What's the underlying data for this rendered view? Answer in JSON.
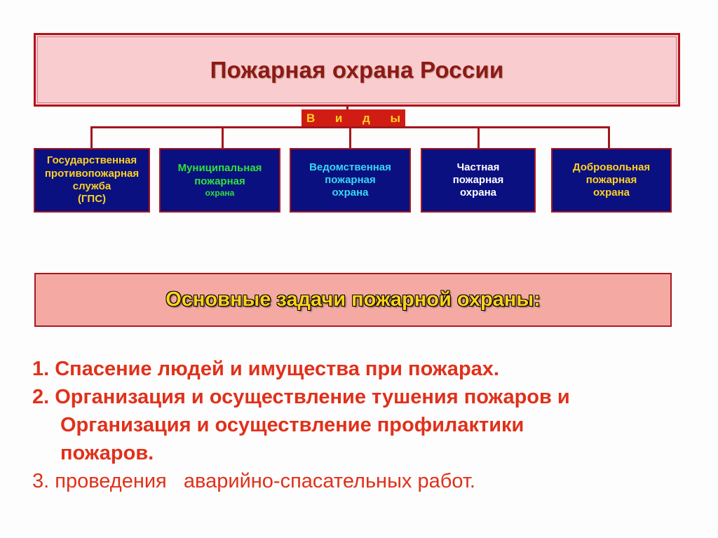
{
  "title": "Пожарная охрана России",
  "types_label": [
    "В",
    "и",
    "д",
    "ы"
  ],
  "types": [
    {
      "lines": [
        "Государственная",
        "противопожарная",
        "служба",
        "(ГПС)"
      ],
      "color": "#ffd21f"
    },
    {
      "lines": [
        "Муниципальная",
        "пожарная",
        "охрана"
      ],
      "color": "#2ee23a"
    },
    {
      "lines": [
        "Ведомственная",
        "пожарная",
        "охрана"
      ],
      "color": "#36d8f2"
    },
    {
      "lines": [
        "Частная",
        "пожарная",
        "охрана"
      ],
      "color": "#ffffff"
    },
    {
      "lines": [
        "Добровольная",
        "пожарная",
        "охрана"
      ],
      "color": "#ffd21f"
    }
  ],
  "tasks_title": "Основные задачи пожарной охраны:",
  "tasks": {
    "line1": "1. Спасение людей и имущества при пожарах.",
    "line2": "2. Организация и осуществление тушения пожаров и",
    "line3": "Организация и осуществление профилактики",
    "line4": "пожаров.",
    "line5": "3. проведения   аварийно-спасательных работ."
  },
  "colors": {
    "border": "#a8191f",
    "title_bg": "#f9cdd0",
    "title_text": "#8c1a14",
    "box_bg": "#0a1080",
    "tasks_bg": "#f4aaa3",
    "list_text": "#e1301a"
  }
}
